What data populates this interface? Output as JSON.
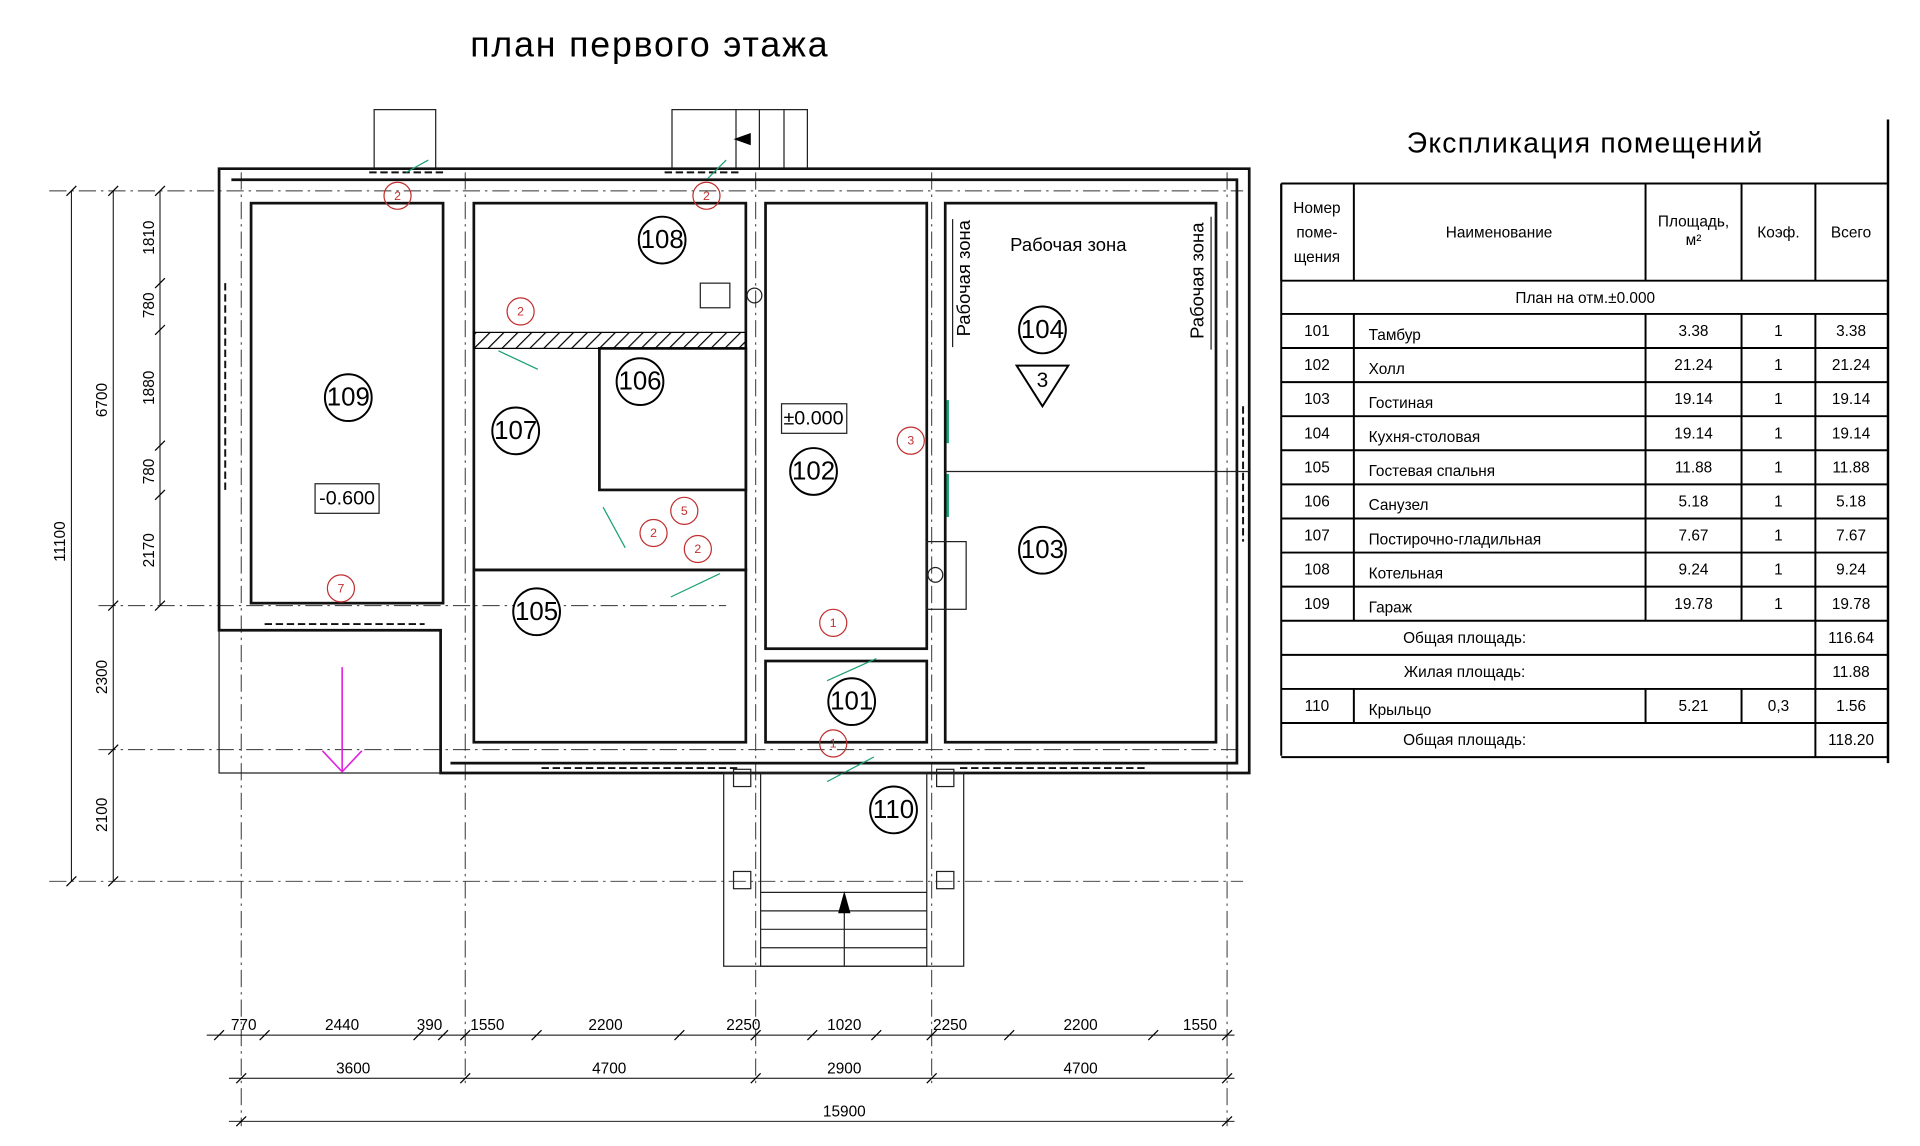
{
  "title": "план первого этажа",
  "rooms": {
    "r109": "109",
    "r108": "108",
    "r107": "107",
    "r106": "106",
    "r102": "102",
    "r104": "104",
    "r103": "103",
    "r105": "105",
    "r101": "101",
    "r110": "110"
  },
  "levels": {
    "garage": "-0.600",
    "hall": "±0.000",
    "triangle": "3"
  },
  "zones": {
    "top": "Рабочая зона",
    "left": "Рабочая зона",
    "right": "Рабочая зона"
  },
  "markers": [
    "2",
    "2",
    "2",
    "3",
    "5",
    "2",
    "2",
    "7",
    "1",
    "1"
  ],
  "dims_left": {
    "outer": [
      "11100"
    ],
    "middle": [
      "6700",
      "2300",
      "2100"
    ],
    "inner": [
      "1810",
      "780",
      "1880",
      "780",
      "2170"
    ]
  },
  "dims_bottom": {
    "row1": [
      "770",
      "2440",
      "390",
      "1550",
      "2200",
      "2250",
      "1020",
      "2250",
      "2200",
      "1550"
    ],
    "row2": [
      "3600",
      "4700",
      "2900",
      "4700"
    ],
    "row3": [
      "15900"
    ]
  },
  "table": {
    "title": "Экспликация помещений",
    "headers": [
      "Номер поме- щения",
      "Наименование",
      "Площадь, м²",
      "Коэф.",
      "Всего"
    ],
    "header_lines": {
      "num": [
        "Номер",
        "поме-",
        "щения"
      ],
      "area": [
        "Площадь,",
        "м²"
      ]
    },
    "section": "План на отм.±0.000",
    "rows": [
      [
        "101",
        "Тамбур",
        "3.38",
        "1",
        "3.38"
      ],
      [
        "102",
        "Холл",
        "21.24",
        "1",
        "21.24"
      ],
      [
        "103",
        "Гостиная",
        "19.14",
        "1",
        "19.14"
      ],
      [
        "104",
        "Кухня-столовая",
        "19.14",
        "1",
        "19.14"
      ],
      [
        "105",
        "Гостевая спальня",
        "11.88",
        "1",
        "11.88"
      ],
      [
        "106",
        "Санузел",
        "5.18",
        "1",
        "5.18"
      ],
      [
        "107",
        "Постирочно-гладильная",
        "7.67",
        "1",
        "7.67"
      ],
      [
        "108",
        "Котельная",
        "9.24",
        "1",
        "9.24"
      ],
      [
        "109",
        "Гараж",
        "19.78",
        "1",
        "19.78"
      ]
    ],
    "total_label": "Общая площадь:",
    "total": "116.64",
    "living_label": "Жилая площадь:",
    "living": "11.88",
    "porch": [
      "110",
      "Крыльцо",
      "5.21",
      "0,3",
      "1.56"
    ],
    "grand_label": "Общая площадь:",
    "grand_total": "118.20"
  }
}
